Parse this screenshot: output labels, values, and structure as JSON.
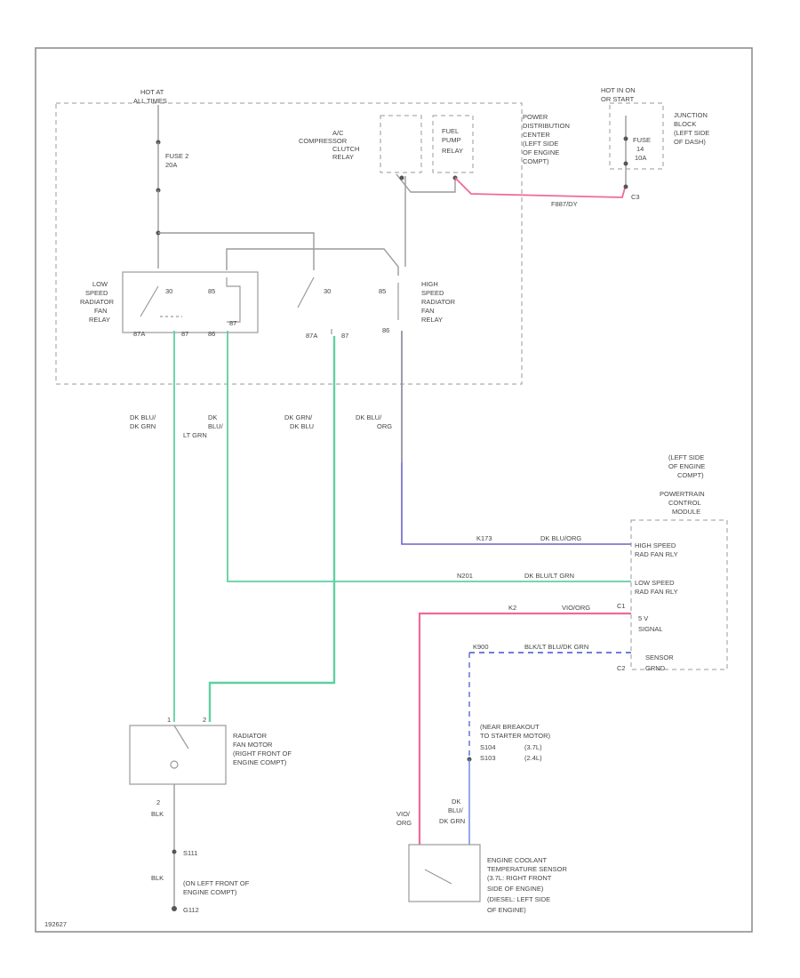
{
  "colors": {
    "green": "#5fd0a0",
    "pink": "#f06a95",
    "purple": "#6a64c8",
    "blue_dash": "#5a6ad8",
    "line_gray": "#9a9a9a",
    "text": "#444444"
  },
  "labels": {
    "hot_at_all_times": [
      "HOT AT",
      "ALL TIMES"
    ],
    "fuse2": [
      "FUSE 2",
      "20A"
    ],
    "ac_relay": [
      "A/C",
      "COMPRESSOR",
      "CLUTCH",
      "RELAY"
    ],
    "fuel_pump_relay": [
      "FUEL",
      "PUMP",
      "RELAY"
    ],
    "pdc": [
      "POWER",
      "DISTRIBUTION",
      "CENTER",
      "(LEFT SIDE",
      "OF ENGINE",
      "COMPT)"
    ],
    "hot_run_start": [
      "HOT IN ON",
      "OR START"
    ],
    "fuse_junction": [
      "FUSE",
      "14",
      "10A"
    ],
    "junction_block": [
      "JUNCTION",
      "BLOCK",
      "(LEFT SIDE",
      "OF DASH)"
    ],
    "c3_top": "C3",
    "f87_wire": "F887/DY",
    "low_relay": [
      "LOW",
      "SPEED",
      "RADIATOR",
      "FAN",
      "RELAY"
    ],
    "high_relay": [
      "HIGH",
      "SPEED",
      "RADIATOR",
      "FAN",
      "RELAY"
    ],
    "wire_low_left": [
      "DK BLU/",
      "DK GRN"
    ],
    "wire_low_right": [
      "DK",
      "BLU/",
      "LT GRN"
    ],
    "wire_mid": [
      "DK GRN/",
      "DK BLU"
    ],
    "wire_high": [
      "DK BLU/",
      "ORG"
    ],
    "pcm": [
      "(LEFT SIDE",
      "OF ENGINE",
      "COMPT)",
      "POWERTRAIN",
      "CONTROL",
      "MODULE"
    ],
    "pcm_high": [
      "HIGH SPEED",
      "RAD FAN RLY"
    ],
    "pcm_low": [
      "LOW SPEED",
      "RAD FAN RLY"
    ],
    "pcm_5v": [
      "5 V",
      "SIGNAL"
    ],
    "pcm_sensor": [
      "SENSOR",
      "GRND"
    ],
    "c1": "C1",
    "c2": "C2",
    "circ_k173": "K173",
    "circ_k173_color": "DK BLU/ORG",
    "circ_n201": "N201",
    "circ_n201_color": "DK BLU/LT GRN",
    "circ_k2": "K2",
    "circ_k2_color": "VIO/ORG",
    "circ_k900": "K900",
    "circ_k900_color": "BLK/LT BLU/DK GRN",
    "radiator_fan": [
      "RADIATOR",
      "FAN MOTOR",
      "(RIGHT FRONT OF",
      "ENGINE COMPT)"
    ],
    "breakout": [
      "(NEAR BREAKOUT",
      "TO STARTER MOTOR)",
      "S104",
      "(3.7L)",
      "S103",
      "(2.4L)"
    ],
    "ground_blk1": [
      "2",
      "BLK"
    ],
    "splice_s111": "S111",
    "ground_blk2": "BLK",
    "ground_loc": [
      "(ON LEFT FRONT OF",
      "ENGINE COMPT)",
      "G112"
    ],
    "ect_wires_left": [
      "VIO/",
      "ORG"
    ],
    "ect_wires_right": [
      "DK",
      "BLU/",
      "DK GRN"
    ],
    "ect_sensor": [
      "ENGINE COOLANT",
      "TEMPERATURE SENSOR",
      "(3.7L: RIGHT FRONT",
      "SIDE OF ENGINE)",
      "(DIESEL: LEFT SIDE",
      "OF ENGINE)"
    ],
    "diagram_id": "192627",
    "pin_labels": {
      "p30a": "30",
      "p85a": "85",
      "p87a": "87A",
      "p87b": "87",
      "p86a": "86",
      "p87c": "87",
      "p30b": "30",
      "p85b": "85",
      "p87d": "87A",
      "p87e": "87",
      "p86b": "86",
      "p1": "1",
      "p2": "2"
    }
  }
}
